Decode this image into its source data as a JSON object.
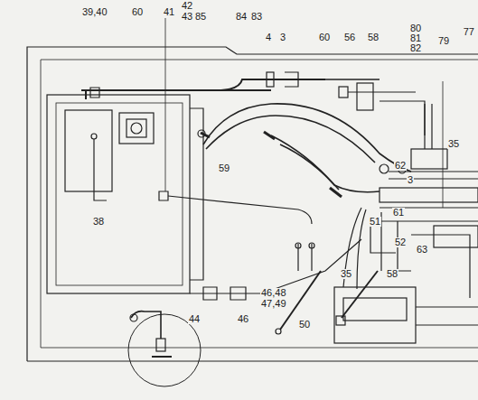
{
  "diagram": {
    "labels": [
      "39,40",
      "60",
      "41",
      "42",
      "43",
      "85",
      "84",
      "83",
      "4",
      "3",
      "60",
      "56",
      "58",
      "80",
      "81",
      "82",
      "79",
      "77",
      "35",
      "59",
      "62",
      "3",
      "38",
      "51",
      "61",
      "63",
      "52",
      "35",
      "58",
      "46,48",
      "47,49",
      "44",
      "46",
      "50"
    ]
  }
}
